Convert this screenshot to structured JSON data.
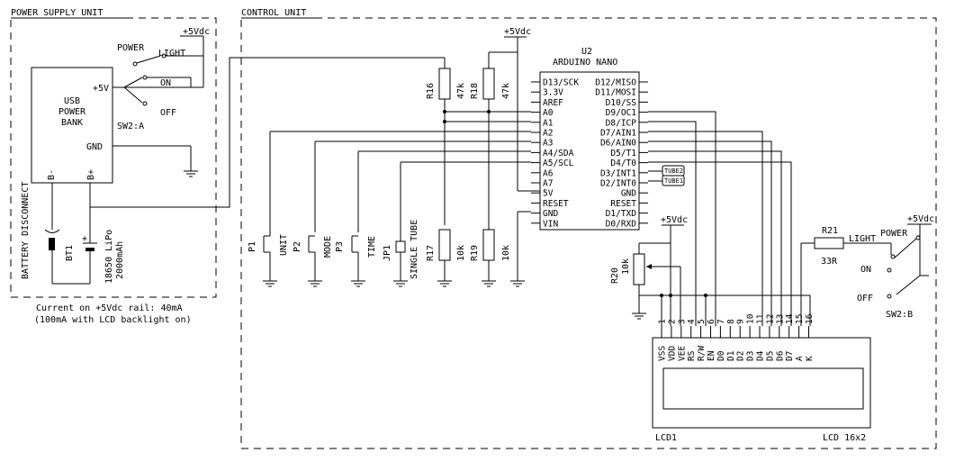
{
  "sections": {
    "power_supply": "POWER SUPPLY UNIT",
    "control": "CONTROL UNIT"
  },
  "power_bank": {
    "line1": "USB",
    "line2": "POWER",
    "line3": "BANK",
    "pin_5v": "+5V",
    "pin_gnd": "GND",
    "pin_bminus": "B-",
    "pin_bplus": "B+"
  },
  "sw2a": {
    "power": "POWER",
    "light": "LIGHT",
    "rail": "+5Vdc",
    "on": "ON",
    "off": "OFF",
    "ref": "SW2:A"
  },
  "battery": {
    "disconnect": "BATTERY DISCONNECT",
    "ref": "BT1",
    "type": "18650 LiPo",
    "capacity": "2000mAh"
  },
  "notes": {
    "line1": "Current on +5Vdc rail: 40mA",
    "line2": "(100mA with LCD backlight on)"
  },
  "resistors": {
    "r16": "R16",
    "r16_val": "47k",
    "r18": "R18",
    "r18_val": "47k",
    "r17": "R17",
    "r17_val": "10k",
    "r19": "R19",
    "r19_val": "10k",
    "r20": "R20",
    "r20_val": "10k",
    "r21": "R21",
    "r21_val": "33R"
  },
  "rail_5v": "+5Vdc",
  "mcu": {
    "ref": "U2",
    "name": "ARDUINO NANO",
    "left_pins": [
      "D13/SCK",
      "3.3V",
      "AREF",
      "A0",
      "A1",
      "A2",
      "A3",
      "A4/SDA",
      "A5/SCL",
      "A6",
      "A7",
      "5V",
      "RESET",
      "GND",
      "VIN"
    ],
    "right_pins": [
      "D12/MISO",
      "D11/MOSI",
      "D10/SS",
      "D9/OC1",
      "D8/ICP",
      "D7/AIN1",
      "D6/AIN0",
      "D5/T1",
      "D4/T0",
      "D3/INT1",
      "D2/INT0",
      "GND",
      "RESET",
      "D1/TXD",
      "D0/RXD"
    ]
  },
  "tubes": {
    "tube2": "TUBE2",
    "tube1": "TUBE1"
  },
  "buttons": {
    "p1": "P1",
    "p1_label": "UNIT",
    "p2": "P2",
    "p2_label": "MODE",
    "p3": "P3",
    "p3_label": "TIME",
    "jp1": "JP1",
    "jp1_label": "SINGLE TUBE"
  },
  "sw2b": {
    "light": "LIGHT",
    "power": "POWER",
    "rail": "+5Vdc",
    "on": "ON",
    "off": "OFF",
    "ref": "SW2:B"
  },
  "lcd": {
    "ref": "LCD1",
    "type": "LCD 16x2",
    "pin_numbers": [
      "1",
      "2",
      "3",
      "4",
      "5",
      "6",
      "7",
      "8",
      "9",
      "10",
      "11",
      "12",
      "13",
      "14",
      "15",
      "16"
    ],
    "pin_names": [
      "VSS",
      "VDD",
      "VEE",
      "RS",
      "R/W",
      "EN",
      "D0",
      "D1",
      "D2",
      "D3",
      "D4",
      "D5",
      "D6",
      "D7",
      "A",
      "K"
    ]
  }
}
